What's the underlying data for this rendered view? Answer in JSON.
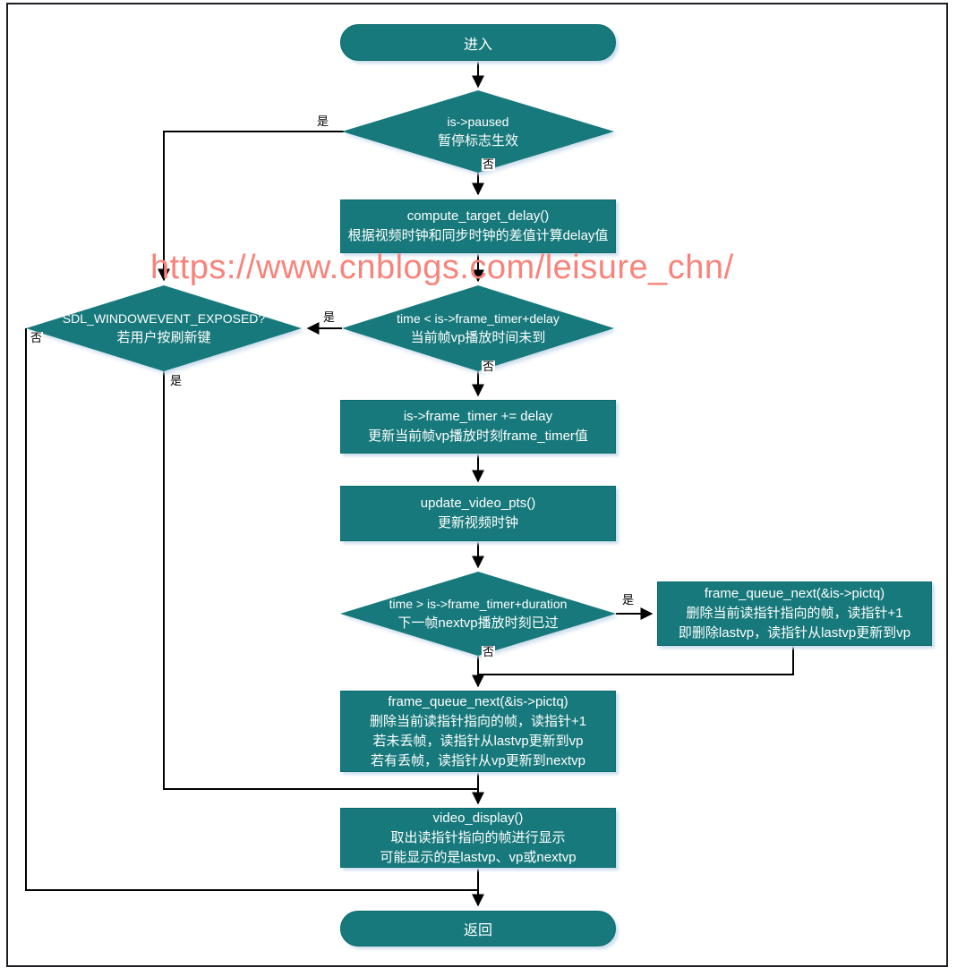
{
  "watermark": {
    "text": "https://www.cnblogs.com/leisure_chn/",
    "color": "#f9837b"
  },
  "colors": {
    "node_fill": "#17797c",
    "node_border": "#0c6b6e",
    "shadow": "#cddfee",
    "line": "#000000",
    "text": "#ffffff"
  },
  "edge_labels": {
    "yes": "是",
    "no": "否"
  },
  "nodes": {
    "enter": {
      "label": "进入"
    },
    "paused": {
      "code": "is->paused",
      "desc": "暂停标志生效"
    },
    "compute_delay": {
      "code": "compute_target_delay()",
      "desc": "根据视频时钟和同步时钟的差值计算delay值"
    },
    "sdl_expose": {
      "code": "SDL_WINDOWEVENT_EXPOSED?",
      "desc": "若用户按刷新键"
    },
    "time_lt": {
      "code": "time < is->frame_timer+delay",
      "desc": "当前帧vp播放时间未到"
    },
    "frame_timer": {
      "code": "is->frame_timer += delay",
      "desc": "更新当前帧vp播放时刻frame_timer值"
    },
    "update_pts": {
      "code": "update_video_pts()",
      "desc": "更新视频时钟"
    },
    "time_gt": {
      "code": "time > is->frame_timer+duration",
      "desc": "下一帧nextvp播放时刻已过"
    },
    "queue_next_drop": {
      "code": "frame_queue_next(&is->pictq)",
      "desc1": "删除当前读指针指向的帧，读指针+1",
      "desc2": "即删除lastvp，读指针从lastvp更新到vp"
    },
    "queue_next": {
      "code": "frame_queue_next(&is->pictq)",
      "desc1": "删除当前读指针指向的帧，读指针+1",
      "desc2": "若未丢帧，读指针从lastvp更新到vp",
      "desc3": "若有丢帧，读指针从vp更新到nextvp"
    },
    "video_display": {
      "code": "video_display()",
      "desc1": "取出读指针指向的帧进行显示",
      "desc2": "可能显示的是lastvp、vp或nextvp"
    },
    "return": {
      "label": "返回"
    }
  }
}
